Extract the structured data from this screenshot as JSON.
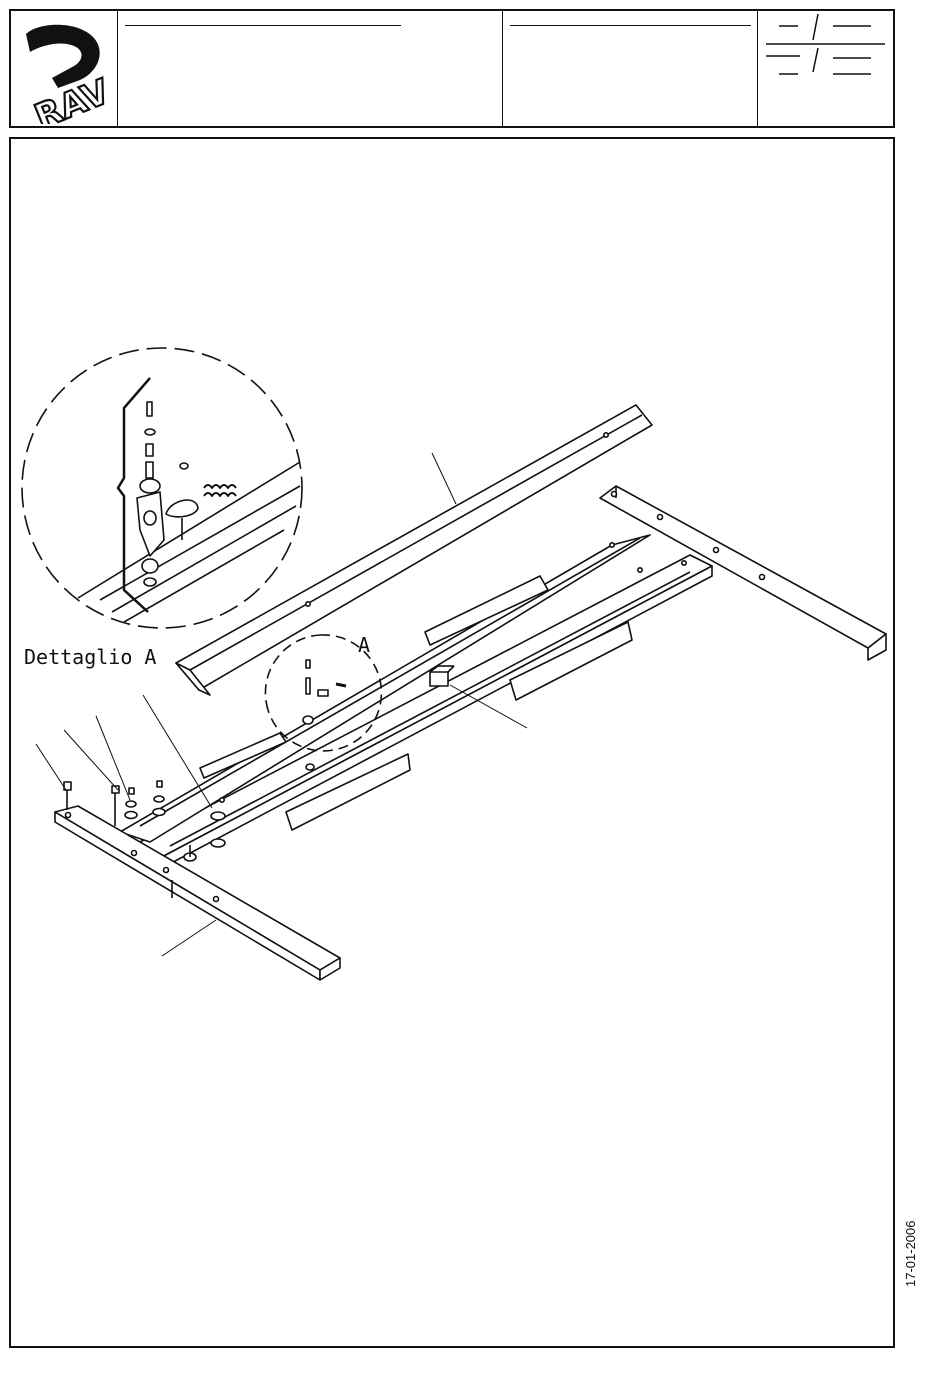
{
  "header": {
    "logo_text": "RAV"
  },
  "drawing": {
    "detail_label": "Dettaglio A",
    "callout_label": "A"
  },
  "footer": {
    "date": "17-01-2006"
  }
}
